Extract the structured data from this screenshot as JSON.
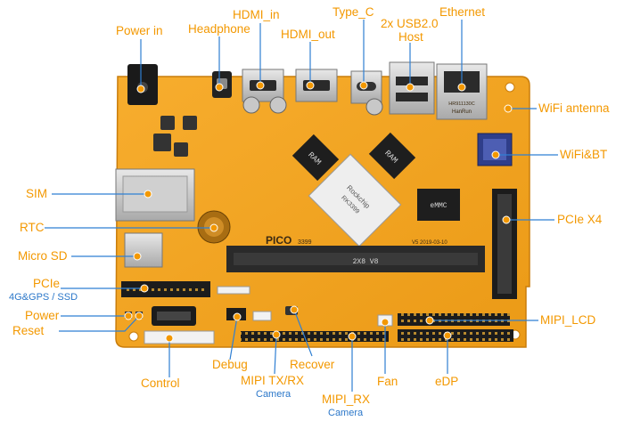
{
  "labels": {
    "power_in": "Power in",
    "headphone": "Headphone",
    "hdmi_in": "HDMI_in",
    "hdmi_out": "HDMI_out",
    "type_c": "Type_C",
    "usb_line1": "2x USB2.0",
    "usb_line2": "Host",
    "ethernet": "Ethernet",
    "wifi_antenna": "WiFi antenna",
    "wifi_bt": "WiFi&BT",
    "sim": "SIM",
    "rtc": "RTC",
    "micro_sd": "Micro SD",
    "pcie_x4": "PCIe X4",
    "pcie": "PCIe",
    "pcie_sub": "4G&GPS / SSD",
    "power": "Power",
    "reset": "Reset",
    "mipi_lcd": "MIPI_LCD",
    "control": "Control",
    "debug": "Debug",
    "mipi_txrx": "MIPI TX/RX",
    "mipi_txrx_sub": "Camera",
    "recover": "Recover",
    "mipi_rx": "MIPI_RX",
    "mipi_rx_sub": "Camera",
    "fan": "Fan",
    "edp": "eDP"
  },
  "board_text": {
    "ram": "RAM",
    "emmc": "eMMC",
    "soc_brand": "Rockchip",
    "soc_model": "RK3399",
    "pico": "PICO",
    "pico_num": "3399",
    "version": "V5 2019-03-10",
    "dimm": "2X8 V8",
    "rj45": "HR911130C",
    "rj45_brand": "HanRun"
  },
  "colors": {
    "label": "#f39800",
    "sub": "#2b77c9",
    "leader": "#2f7fd3",
    "board": "#f5a623"
  }
}
